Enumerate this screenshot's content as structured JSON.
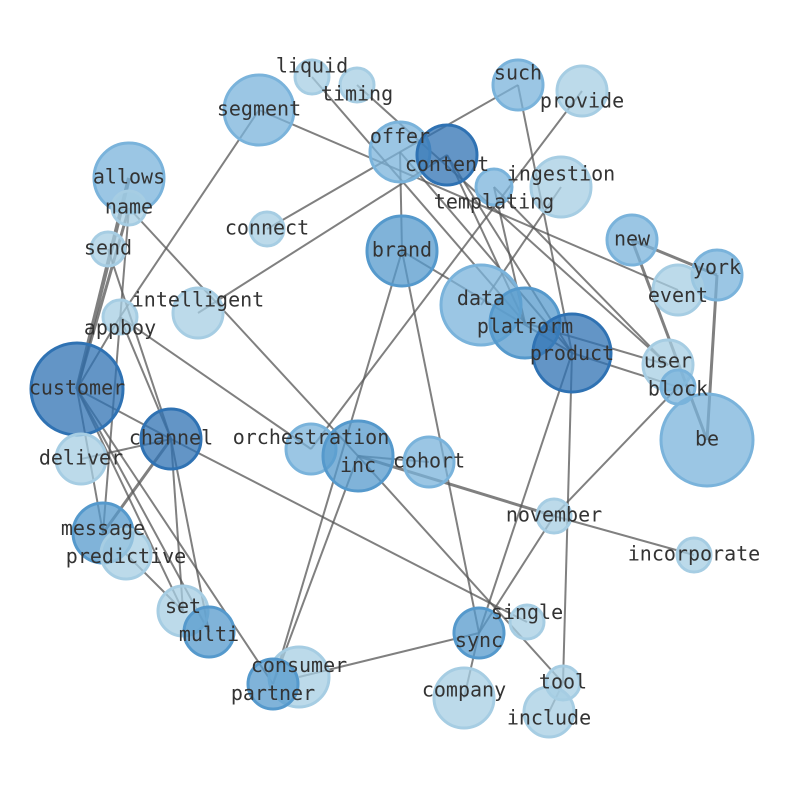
{
  "title": "Word co-occurrence network",
  "colors": {
    "edge": "#555555",
    "level1": "#a6cde3",
    "level2": "#7ab3db",
    "level3": "#5599cc",
    "level4": "#2f72b3"
  },
  "nodes": [
    {
      "label": "liquid",
      "level": 1
    },
    {
      "label": "timing",
      "level": 1
    },
    {
      "label": "segment",
      "level": 2
    },
    {
      "label": "such",
      "level": 2
    },
    {
      "label": "provide",
      "level": 1
    },
    {
      "label": "offer",
      "level": 2
    },
    {
      "label": "content",
      "level": 4
    },
    {
      "label": "templating",
      "level": 2
    },
    {
      "label": "ingestion",
      "level": 1
    },
    {
      "label": "allows",
      "level": 2
    },
    {
      "label": "name",
      "level": 1
    },
    {
      "label": "connect",
      "level": 1
    },
    {
      "label": "send",
      "level": 1
    },
    {
      "label": "brand",
      "level": 3
    },
    {
      "label": "new",
      "level": 2
    },
    {
      "label": "york",
      "level": 2
    },
    {
      "label": "event",
      "level": 1
    },
    {
      "label": "appboy",
      "level": 1
    },
    {
      "label": "intelligent",
      "level": 1
    },
    {
      "label": "data",
      "level": 2
    },
    {
      "label": "platform",
      "level": 3
    },
    {
      "label": "product",
      "level": 4
    },
    {
      "label": "user",
      "level": 1
    },
    {
      "label": "block",
      "level": 2
    },
    {
      "label": "customer",
      "level": 4
    },
    {
      "label": "be",
      "level": 2
    },
    {
      "label": "channel",
      "level": 4
    },
    {
      "label": "orchestration",
      "level": 2
    },
    {
      "label": "inc",
      "level": 3
    },
    {
      "label": "cohort",
      "level": 2
    },
    {
      "label": "deliver",
      "level": 1
    },
    {
      "label": "november",
      "level": 1
    },
    {
      "label": "incorporate",
      "level": 1
    },
    {
      "label": "message",
      "level": 3
    },
    {
      "label": "predictive",
      "level": 1
    },
    {
      "label": "set",
      "level": 1
    },
    {
      "label": "multi",
      "level": 3
    },
    {
      "label": "single",
      "level": 1
    },
    {
      "label": "sync",
      "level": 3
    },
    {
      "label": "consumer",
      "level": 1
    },
    {
      "label": "partner",
      "level": 3
    },
    {
      "label": "company",
      "level": 1
    },
    {
      "label": "tool",
      "level": 1
    },
    {
      "label": "include",
      "level": 1
    }
  ],
  "edges": [
    [
      "customer",
      "allows",
      3
    ],
    [
      "customer",
      "name",
      2
    ],
    [
      "send",
      "channel",
      1
    ],
    [
      "name",
      "inc",
      1
    ],
    [
      "name",
      "message",
      1
    ],
    [
      "appboy",
      "segment",
      1
    ],
    [
      "appboy",
      "customer",
      1
    ],
    [
      "appboy",
      "orchestration",
      1
    ],
    [
      "appboy",
      "channel",
      1
    ],
    [
      "intelligent",
      "content",
      1
    ],
    [
      "connect",
      "offer",
      1
    ],
    [
      "segment",
      "event",
      1
    ],
    [
      "liquid",
      "platform",
      1
    ],
    [
      "timing",
      "user",
      1
    ],
    [
      "such",
      "offer",
      1
    ],
    [
      "such",
      "product",
      1
    ],
    [
      "provide",
      "orchestration",
      1
    ],
    [
      "ingestion",
      "data",
      1
    ],
    [
      "offer",
      "brand",
      1
    ],
    [
      "brand",
      "sync",
      1
    ],
    [
      "brand",
      "partner",
      1
    ],
    [
      "brand",
      "product",
      1
    ],
    [
      "content",
      "platform",
      1
    ],
    [
      "content",
      "product",
      1
    ],
    [
      "offer",
      "product",
      1
    ],
    [
      "templating",
      "platform",
      1
    ],
    [
      "templating",
      "user",
      1
    ],
    [
      "new",
      "york",
      2
    ],
    [
      "new",
      "be",
      2
    ],
    [
      "york",
      "be",
      2
    ],
    [
      "block",
      "november",
      1
    ],
    [
      "november",
      "sync",
      1
    ],
    [
      "product",
      "sync",
      1
    ],
    [
      "product",
      "tool",
      1
    ],
    [
      "product",
      "block",
      1
    ],
    [
      "platform",
      "user",
      1
    ],
    [
      "customer",
      "message",
      1
    ],
    [
      "customer",
      "multi",
      1
    ],
    [
      "customer",
      "set",
      1
    ],
    [
      "customer",
      "partner",
      1
    ],
    [
      "customer",
      "channel",
      1
    ],
    [
      "channel",
      "single",
      1
    ],
    [
      "channel",
      "deliver",
      1
    ],
    [
      "channel",
      "message",
      2
    ],
    [
      "channel",
      "set",
      1
    ],
    [
      "channel",
      "multi",
      1
    ],
    [
      "predictive",
      "set",
      1
    ],
    [
      "inc",
      "partner",
      1
    ],
    [
      "inc",
      "november",
      2
    ],
    [
      "inc",
      "tool",
      1
    ],
    [
      "november",
      "incorporate",
      1
    ],
    [
      "consumer",
      "sync",
      1
    ],
    [
      "sync",
      "company",
      1
    ],
    [
      "cohort",
      "inc",
      1
    ],
    [
      "include",
      "tool",
      1
    ]
  ]
}
